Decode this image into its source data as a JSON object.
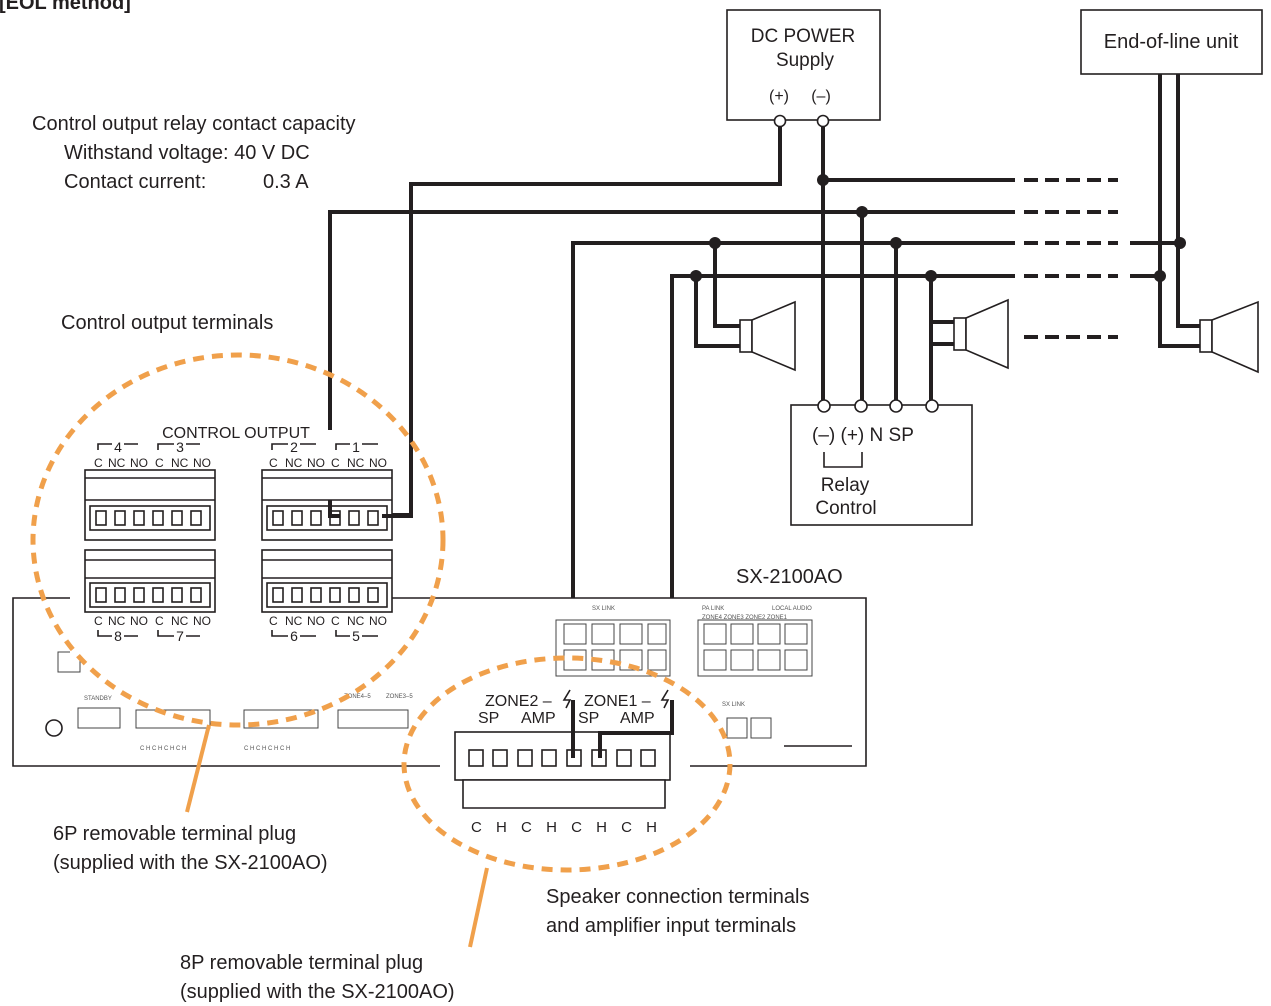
{
  "title": "[EOL method]",
  "dc_power": {
    "line1": "DC POWER",
    "line2": "Supply",
    "plus": "(+)",
    "minus": "(–)"
  },
  "eol": {
    "label": "End-of-line unit"
  },
  "relay_spec": {
    "heading": "Control output relay contact capacity",
    "withstand": "Withstand voltage: 40 V DC",
    "current_label": "Contact current:",
    "current_value": "0.3 A"
  },
  "control_output_terminals": {
    "label": "Control output terminals"
  },
  "control_output_panel": {
    "title": "CONTROL OUTPUT",
    "upper_group_numbers": [
      "4",
      "3",
      "2",
      "1"
    ],
    "lower_group_numbers": [
      "8",
      "7",
      "6",
      "5"
    ],
    "pin_labels": [
      "C",
      "NC",
      "NO"
    ]
  },
  "relay_control": {
    "terminals": "(–) (+) N SP",
    "line1": "Relay",
    "line2": "Control"
  },
  "device": {
    "model": "SX-2100AO"
  },
  "zone_panel": {
    "zone2": "ZONE2 –",
    "zone1": "ZONE1 –",
    "sp": "SP",
    "amp": "AMP",
    "bottom_pins": "C H C H C H C H"
  },
  "plug_6p": {
    "line1": "6P removable terminal plug",
    "line2": "(supplied with the SX-2100AO)"
  },
  "speaker_terminals": {
    "line1": "Speaker connection terminals",
    "line2": "and amplifier input terminals"
  },
  "plug_8p": {
    "line1": "8P removable terminal plug",
    "line2": "(supplied with the SX-2100AO)"
  },
  "panel_fine_print": {
    "sx_link": "SX LINK",
    "zone_labels": "ZONE4 ZONE3 ZONE2 ZONE1",
    "pa_link": "PA LINK",
    "local_audio": "LOCAL AUDIO",
    "standby": "STANDBY",
    "zone4_5": "ZONE4–5",
    "zone3_5": "ZONE3–5",
    "ch_pins": "C H C H C H C H"
  }
}
